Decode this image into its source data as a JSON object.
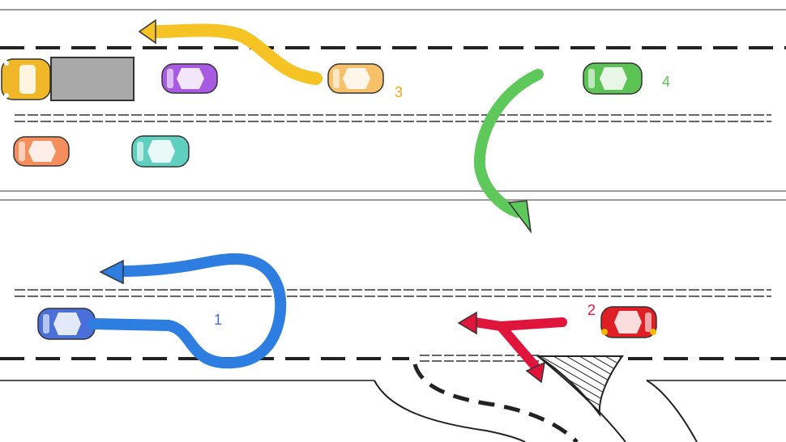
{
  "colors": {
    "road_line": "#9a9a9a",
    "dash": "#222222",
    "truck_cargo": "#a9a9a9",
    "arrow_yellow": "#f5c323",
    "arrow_green": "#5ec95a",
    "arrow_blue": "#2e7de0",
    "arrow_red": "#e0153c"
  },
  "cars": [
    {
      "id": "truck-cab",
      "color": "#f0b829",
      "label": ""
    },
    {
      "id": "purple-car",
      "color": "#a85ae0",
      "label": ""
    },
    {
      "id": "car-3",
      "color": "#f7c16a",
      "label": "3",
      "label_color": "#f2a90d"
    },
    {
      "id": "car-4",
      "color": "#5cc455",
      "label": "4",
      "label_color": "#5cc455"
    },
    {
      "id": "orange-car",
      "color": "#f58d5c",
      "label": ""
    },
    {
      "id": "teal-car",
      "color": "#5fcfbf",
      "label": ""
    },
    {
      "id": "car-1",
      "color": "#4a6fd8",
      "label": "1",
      "label_color": "#4a6fd8"
    },
    {
      "id": "car-2",
      "color": "#e01e25",
      "label": "2",
      "label_color": "#e0153c"
    }
  ]
}
